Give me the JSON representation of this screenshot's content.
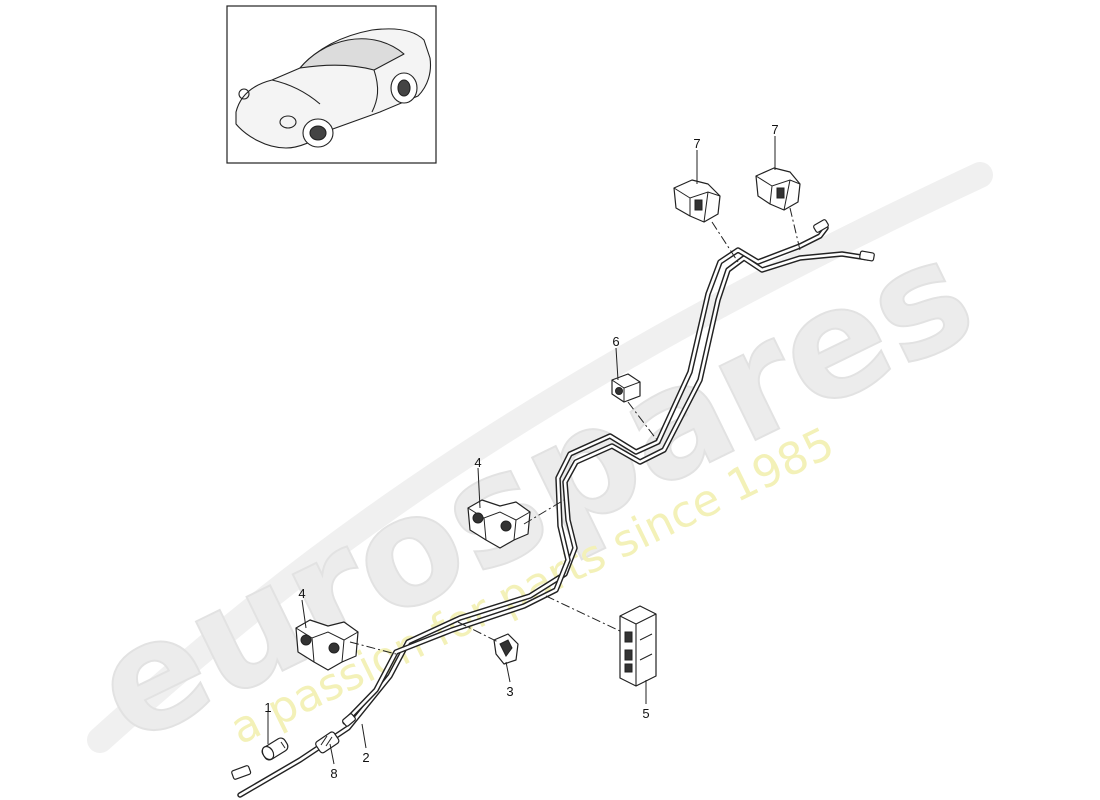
{
  "watermark": {
    "brand": "eurospares",
    "tagline": "a passion for parts since 1985"
  },
  "thumbnail": {
    "icon": "car-coupe-icon"
  },
  "callouts": [
    {
      "id": "1",
      "label": "1"
    },
    {
      "id": "2",
      "label": "2"
    },
    {
      "id": "3",
      "label": "3"
    },
    {
      "id": "4a",
      "label": "4"
    },
    {
      "id": "4b",
      "label": "4"
    },
    {
      "id": "5",
      "label": "5"
    },
    {
      "id": "6",
      "label": "6"
    },
    {
      "id": "7a",
      "label": "7"
    },
    {
      "id": "7b",
      "label": "7"
    },
    {
      "id": "8",
      "label": "8"
    }
  ]
}
